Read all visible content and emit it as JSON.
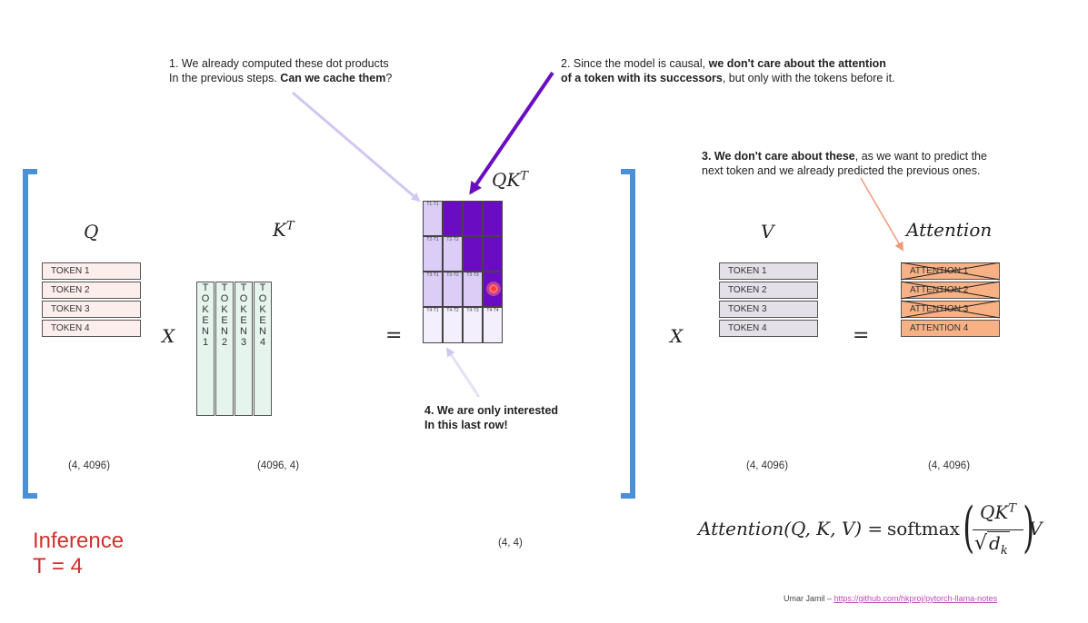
{
  "annotations": {
    "note1_line1": "1. We already computed these dot products",
    "note1_line2_plain": "In the previous steps. ",
    "note1_line2_bold": "Can we cache them",
    "note1_line2_end": "?",
    "note2_line1_plain": "2. Since the model is causal, ",
    "note2_line1_bold": "we don't care about the attention",
    "note2_line2_bold": "of a token with its successors",
    "note2_line2_plain": ", but only with the tokens before it.",
    "note3_line1_bold": "3. We don't care about these",
    "note3_line1_plain": ", as we want to predict the",
    "note3_line2": "next token and we already predicted the previous ones.",
    "note4_line1": "4. We are only interested",
    "note4_line2": "In this last row!"
  },
  "labels": {
    "q": "Q",
    "kt_base": "K",
    "kt_sup": "T",
    "qkt_base": "QK",
    "qkt_sup": "T",
    "v": "V",
    "attention": "Attention",
    "times": "X",
    "equals": "="
  },
  "q_tokens": [
    "TOKEN 1",
    "TOKEN 2",
    "TOKEN 3",
    "TOKEN 4"
  ],
  "kt_columns": [
    [
      "T",
      "O",
      "K",
      "E",
      "N",
      "1"
    ],
    [
      "T",
      "O",
      "K",
      "E",
      "N",
      "2"
    ],
    [
      "T",
      "O",
      "K",
      "E",
      "N",
      "3"
    ],
    [
      "T",
      "O",
      "K",
      "E",
      "N",
      "4"
    ]
  ],
  "qkt_cells": [
    [
      "T1·T1",
      "",
      "",
      ""
    ],
    [
      "T2·T1",
      "T2·T2",
      "",
      ""
    ],
    [
      "T3·T1",
      "T3·T2",
      "T3·T3",
      ""
    ],
    [
      "T4·T1",
      "T4·T2",
      "T4·T3",
      "T4·T4"
    ]
  ],
  "v_tokens": [
    "TOKEN 1",
    "TOKEN 2",
    "TOKEN 3",
    "TOKEN 4"
  ],
  "attention_rows": [
    "ATTENTION 1",
    "ATTENTION 2",
    "ATTENTION 3",
    "ATTENTION 4"
  ],
  "dims": {
    "q": "(4, 4096)",
    "kt": "(4096, 4)",
    "qkt": "(4, 4)",
    "v": "(4, 4096)",
    "attention": "(4, 4096)"
  },
  "inference": {
    "line1": "Inference",
    "line2": "T = 4"
  },
  "formula": {
    "lhs": "Attention(Q, K, V) = ",
    "softmax": "softmax",
    "num": "QK",
    "num_sup": "T",
    "den": "d",
    "den_sub": "k",
    "rhs": "V"
  },
  "footer": {
    "author": "Umar Jamil – ",
    "link": "https://github.com/hkproj/pytorch-llama-notes"
  },
  "colors": {
    "bracket": "#4a90d9",
    "q_fill": "#fdeeee",
    "kt_fill": "#e6f4ee",
    "qkt_dark": "#6a0dc2",
    "qkt_light": "#dccdf6",
    "qkt_lastrow": "#f4effc",
    "v_fill": "#e4e0e8",
    "attention_fill": "#f7b184",
    "inference_red": "#d0312d",
    "link": "#c04ab5"
  }
}
